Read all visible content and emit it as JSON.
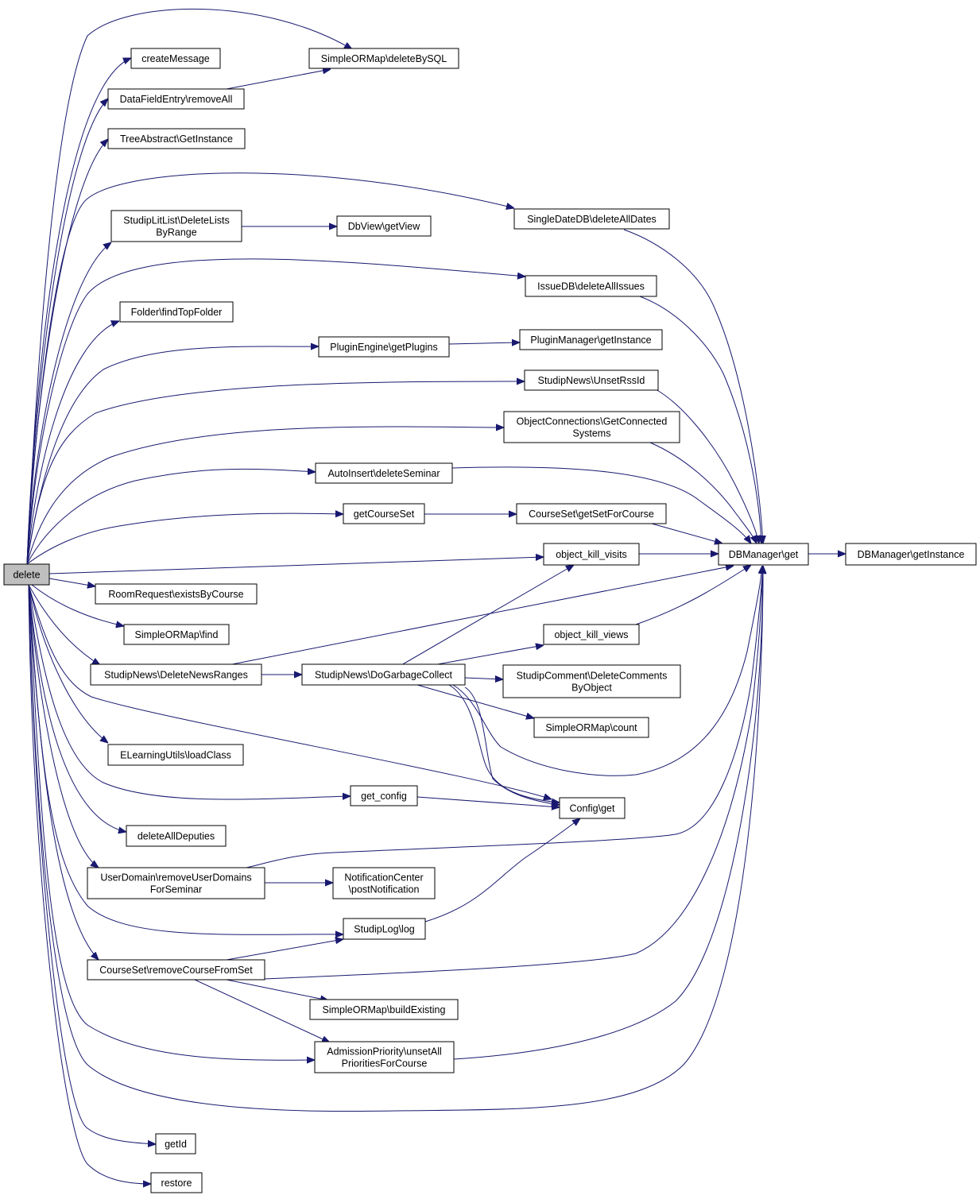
{
  "diagram": {
    "type": "call-graph",
    "edge_color": "#191970",
    "root_fill": "#bfbfbf",
    "nodes": [
      {
        "id": "delete",
        "lines": [
          "delete"
        ]
      },
      {
        "id": "createMessage",
        "lines": [
          "createMessage"
        ]
      },
      {
        "id": "deleteBySQL",
        "lines": [
          "SimpleORMap\\deleteBySQL"
        ]
      },
      {
        "id": "removeAll",
        "lines": [
          "DataFieldEntry\\removeAll"
        ]
      },
      {
        "id": "treeGetInstance",
        "lines": [
          "TreeAbstract\\GetInstance"
        ]
      },
      {
        "id": "deleteAllDates",
        "lines": [
          "SingleDateDB\\deleteAllDates"
        ]
      },
      {
        "id": "deleteListsByRange",
        "lines": [
          "StudipLitList\\DeleteLists",
          "ByRange"
        ]
      },
      {
        "id": "getView",
        "lines": [
          "DbView\\getView"
        ]
      },
      {
        "id": "deleteAllIssues",
        "lines": [
          "IssueDB\\deleteAllIssues"
        ]
      },
      {
        "id": "findTopFolder",
        "lines": [
          "Folder\\findTopFolder"
        ]
      },
      {
        "id": "getPlugins",
        "lines": [
          "PluginEngine\\getPlugins"
        ]
      },
      {
        "id": "pmGetInstance",
        "lines": [
          "PluginManager\\getInstance"
        ]
      },
      {
        "id": "unsetRssId",
        "lines": [
          "StudipNews\\UnsetRssId"
        ]
      },
      {
        "id": "getConnectedSystems",
        "lines": [
          "ObjectConnections\\GetConnected",
          "Systems"
        ]
      },
      {
        "id": "deleteSeminar",
        "lines": [
          "AutoInsert\\deleteSeminar"
        ]
      },
      {
        "id": "getCourseSet",
        "lines": [
          "getCourseSet"
        ]
      },
      {
        "id": "getSetForCourse",
        "lines": [
          "CourseSet\\getSetForCourse"
        ]
      },
      {
        "id": "objectKillVisits",
        "lines": [
          "object_kill_visits"
        ]
      },
      {
        "id": "dbGet",
        "lines": [
          "DBManager\\get"
        ]
      },
      {
        "id": "dbGetInstance",
        "lines": [
          "DBManager\\getInstance"
        ]
      },
      {
        "id": "existsByCourse",
        "lines": [
          "RoomRequest\\existsByCourse"
        ]
      },
      {
        "id": "find",
        "lines": [
          "SimpleORMap\\find"
        ]
      },
      {
        "id": "objectKillViews",
        "lines": [
          "object_kill_views"
        ]
      },
      {
        "id": "deleteNewsRanges",
        "lines": [
          "StudipNews\\DeleteNewsRanges"
        ]
      },
      {
        "id": "doGarbageCollect",
        "lines": [
          "StudipNews\\DoGarbageCollect"
        ]
      },
      {
        "id": "deleteCommentsByObject",
        "lines": [
          "StudipComment\\DeleteComments",
          "ByObject"
        ]
      },
      {
        "id": "count",
        "lines": [
          "SimpleORMap\\count"
        ]
      },
      {
        "id": "loadClass",
        "lines": [
          "ELearningUtils\\loadClass"
        ]
      },
      {
        "id": "getConfig",
        "lines": [
          "get_config"
        ]
      },
      {
        "id": "configGet",
        "lines": [
          "Config\\get"
        ]
      },
      {
        "id": "deleteAllDeputies",
        "lines": [
          "deleteAllDeputies"
        ]
      },
      {
        "id": "removeUserDomainsForSeminar",
        "lines": [
          "UserDomain\\removeUserDomains",
          "ForSeminar"
        ]
      },
      {
        "id": "postNotification",
        "lines": [
          "NotificationCenter",
          "\\postNotification"
        ]
      },
      {
        "id": "log",
        "lines": [
          "StudipLog\\log"
        ]
      },
      {
        "id": "removeCourseFromSet",
        "lines": [
          "CourseSet\\removeCourseFromSet"
        ]
      },
      {
        "id": "buildExisting",
        "lines": [
          "SimpleORMap\\buildExisting"
        ]
      },
      {
        "id": "unsetAllPrioritiesForCourse",
        "lines": [
          "AdmissionPriority\\unsetAll",
          "PrioritiesForCourse"
        ]
      },
      {
        "id": "getId",
        "lines": [
          "getId"
        ]
      },
      {
        "id": "restore",
        "lines": [
          "restore"
        ]
      }
    ]
  }
}
